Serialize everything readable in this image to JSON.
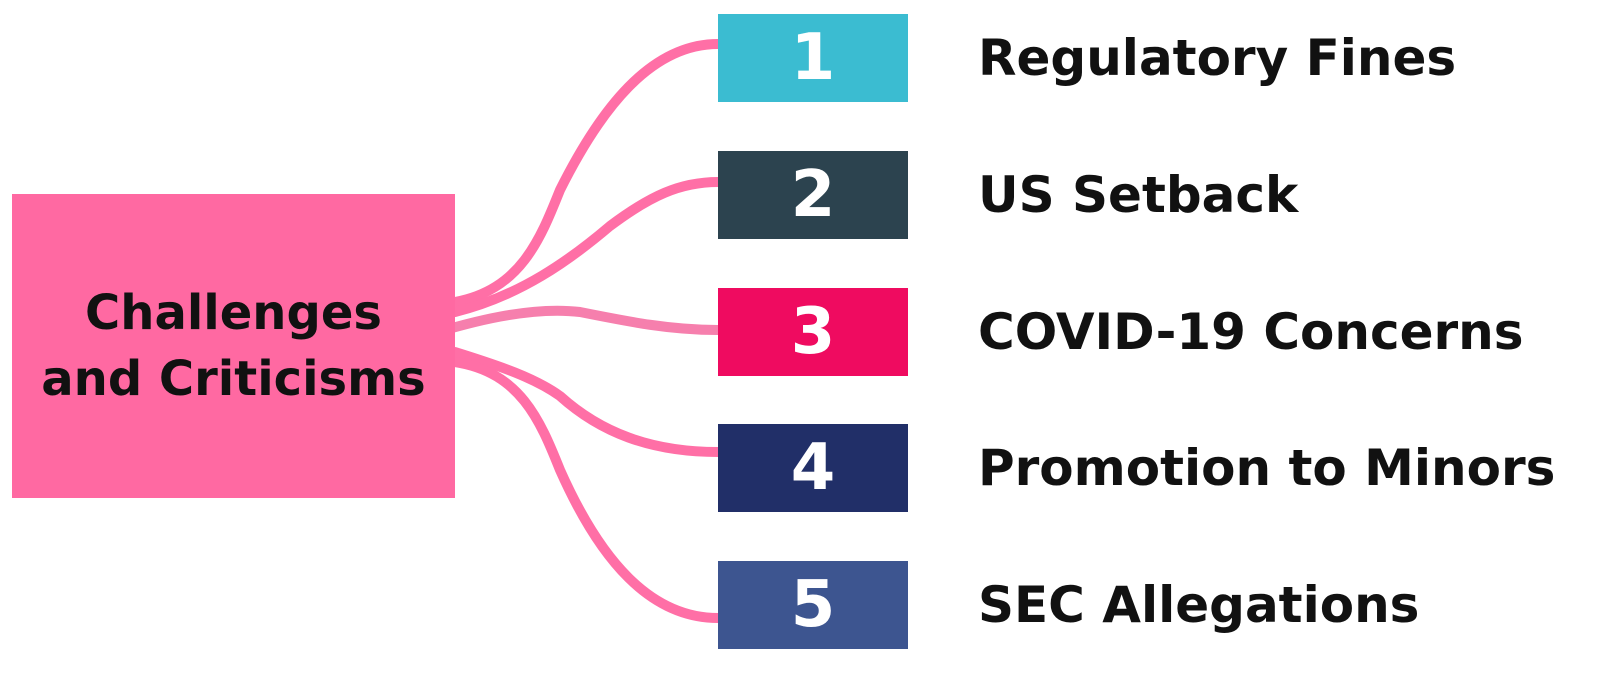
{
  "central": {
    "line1": "Challenges",
    "line2": "and Criticisms",
    "color": "#ff69a2"
  },
  "connector_color": "#ff6fa6",
  "items": [
    {
      "number": "1",
      "label": "Regulatory Fines",
      "color": "#3bbcd1"
    },
    {
      "number": "2",
      "label": "US Setback",
      "color": "#2c434f"
    },
    {
      "number": "3",
      "label": "COVID-19 Concerns",
      "color": "#ef0b60"
    },
    {
      "number": "4",
      "label": "Promotion to Minors",
      "color": "#212f68"
    },
    {
      "number": "5",
      "label": "SEC Allegations",
      "color": "#3d5590"
    }
  ]
}
